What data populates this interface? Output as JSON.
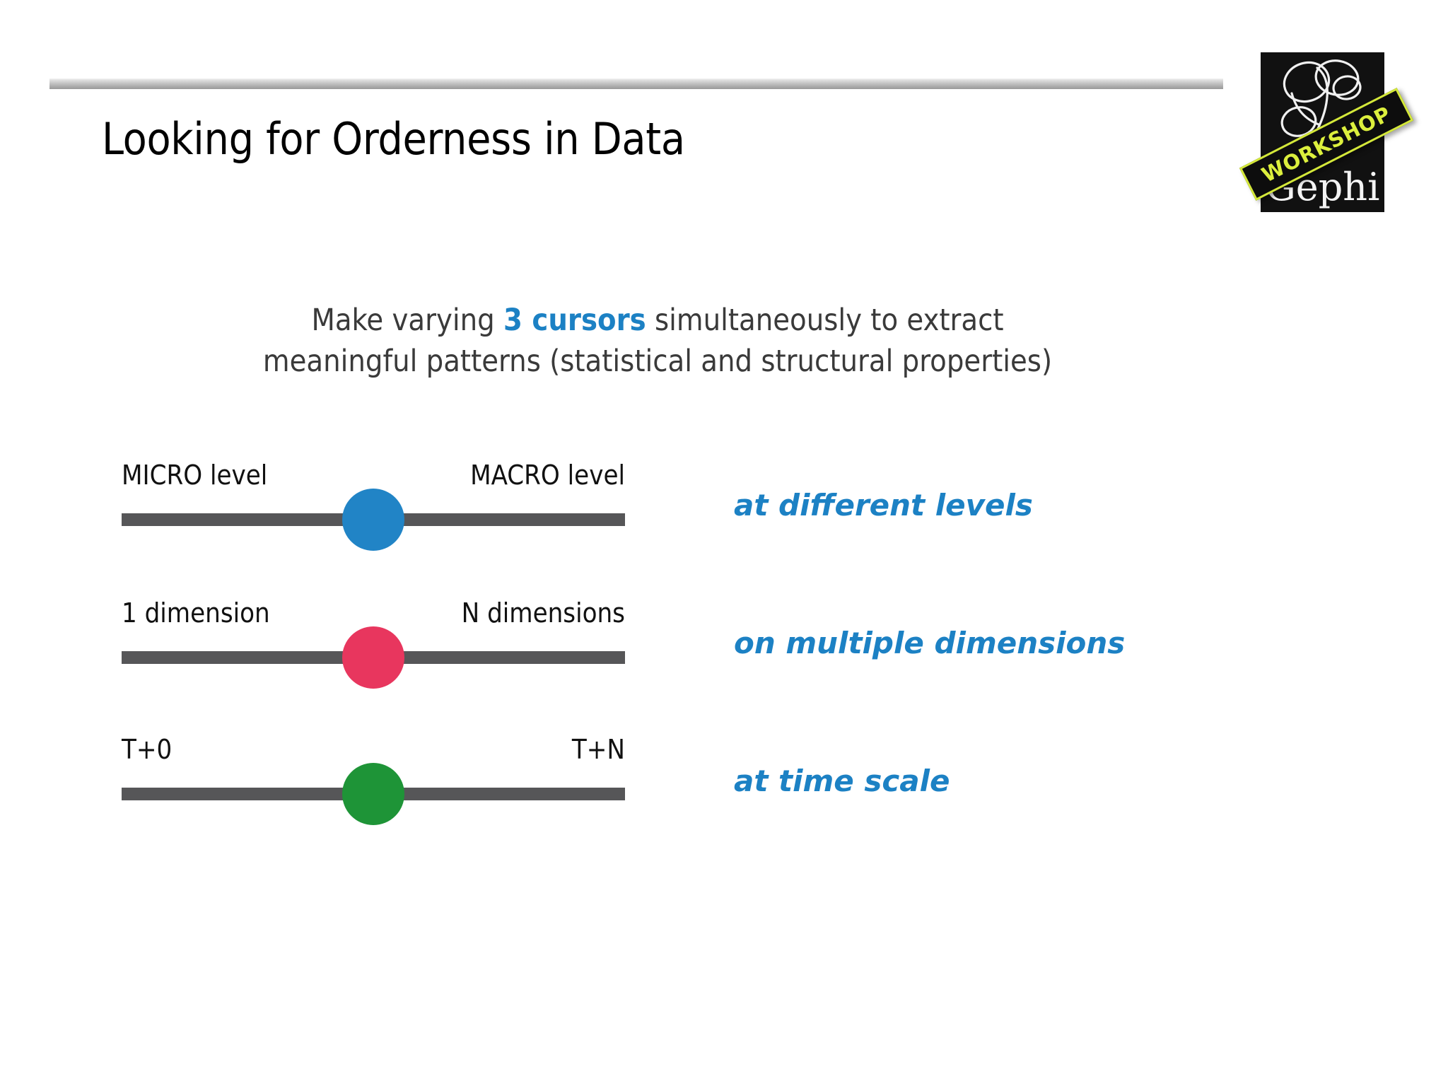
{
  "slide": {
    "title": "Looking for Orderness in Data",
    "subtitle": {
      "line1_before": "Make varying ",
      "line1_highlight": "3 cursors",
      "line1_after": " simultaneously to extract",
      "line2": "meaningful patterns (statistical and structural properties)"
    }
  },
  "logo": {
    "brand": "Gephi",
    "ribbon": "WORKSHOP",
    "monogram": "G"
  },
  "sliders": [
    {
      "id": "level",
      "left_label": "MICRO level",
      "right_label": "MACRO level",
      "handle_color": "#2184c6",
      "handle_position_pct": 50,
      "annotation": "at different levels"
    },
    {
      "id": "dimensions",
      "left_label": "1 dimension",
      "right_label": "N dimensions",
      "handle_color": "#e8365e",
      "handle_position_pct": 50,
      "annotation": "on multiple dimensions"
    },
    {
      "id": "time",
      "left_label": "T+0",
      "right_label": "T+N",
      "handle_color": "#1e9437",
      "handle_position_pct": 50,
      "annotation": "at time scale"
    }
  ],
  "colors": {
    "accent_blue": "#1c81c4",
    "track_gray": "#565658",
    "title_black": "#000000",
    "ribbon_yellow": "#dcef3d"
  }
}
